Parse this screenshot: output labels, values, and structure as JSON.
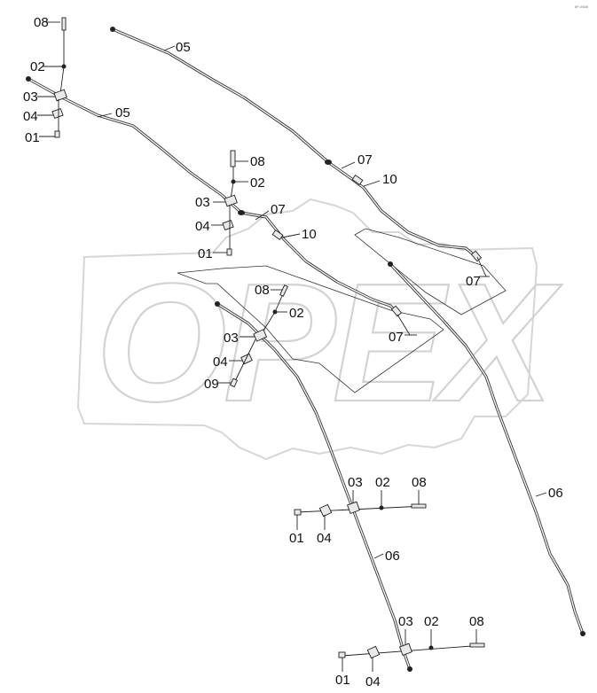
{
  "corner_code": "6P-6666",
  "watermark": "OPEX",
  "callouts": {
    "a08": "08",
    "a02": "02",
    "a03": "03",
    "a04": "04",
    "a01": "01",
    "a05": "05",
    "b05": "05",
    "b07": "07",
    "b10": "10",
    "c08": "08",
    "c02": "02",
    "c03": "03",
    "c04": "04",
    "c01": "01",
    "c07": "07",
    "c10": "10",
    "d08": "08",
    "d02": "02",
    "d03": "03",
    "d04": "04",
    "d09": "09",
    "d07": "07",
    "e07": "07",
    "e06": "06",
    "f03": "03",
    "f02": "02",
    "f08": "08",
    "f01": "01",
    "f04": "04",
    "f06": "06",
    "g03": "03",
    "g02": "02",
    "g08": "08",
    "g01": "01",
    "g04": "04"
  }
}
